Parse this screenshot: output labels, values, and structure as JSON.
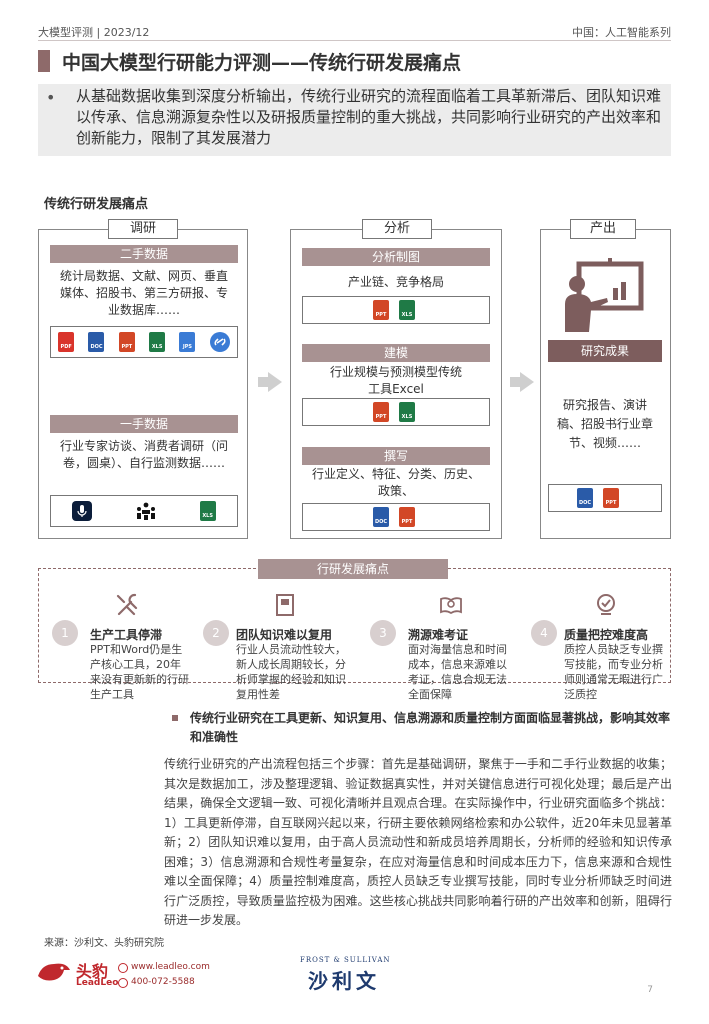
{
  "header": {
    "left": "大模型评测 | 2023/12",
    "right": "中国：人工智能系列"
  },
  "title": "中国大模型行研能力评测——传统行研发展痛点",
  "summary": "从基础数据收集到深度分析输出，传统行业研究的流程面临着工具革新滞后、团队知识难以传承、信息溯源复杂性以及研报质量控制的重大挑战，共同影响行业研究的产出效率和创新能力，限制了其发展潜力",
  "section_title": "传统行研发展痛点",
  "research": {
    "label": "调研",
    "second_hand": {
      "band": "二手数据",
      "text": "统计局数据、文献、网页、垂直媒体、招股书、第三方研报、专业数据库……",
      "icons": [
        "PDF",
        "DOC",
        "PPT",
        "XLS",
        "JPS"
      ]
    },
    "first_hand": {
      "band": "一手数据",
      "text": "行业专家访谈、消费者调研（问卷，圆桌）、自行监测数据……",
      "icons": [
        "XLS"
      ]
    }
  },
  "analysis": {
    "label": "分析",
    "charting": {
      "band": "分析制图",
      "text": "产业链、竞争格局",
      "icons": [
        "PPT",
        "XLS"
      ]
    },
    "modeling": {
      "band": "建模",
      "text": "行业规模与预测模型传统工具Excel",
      "icons": [
        "PPT",
        "XLS"
      ]
    },
    "writing": {
      "band": "撰写",
      "text": "行业定义、特征、分类、历史、政策、",
      "icons": [
        "DOC",
        "PPT"
      ]
    }
  },
  "output": {
    "label": "产出",
    "band": "研究成果",
    "text": "研究报告、演讲稿、招股书行业章节、视频……",
    "icons": [
      "DOC",
      "PPT"
    ]
  },
  "pain_points": {
    "label": "行研发展痛点",
    "items": [
      {
        "num": "1",
        "title": "生产工具停滞",
        "body": "PPT和Word仍是生产核心工具，20年来没有更新新的行研生产工具"
      },
      {
        "num": "2",
        "title": "团队知识难以复用",
        "body": "行业人员流动性较大，新人成长周期较长，分析师掌握的经验和知识复用性差"
      },
      {
        "num": "3",
        "title": "溯源难考证",
        "body": "面对海量信息和时间成本，信息来源难以考证，信息合规无法全面保障"
      },
      {
        "num": "4",
        "title": "质量把控难度高",
        "body": "质控人员缺乏专业撰写技能，而专业分析师则通常无暇进行广泛质控"
      }
    ]
  },
  "bottom": {
    "headline": "传统行业研究在工具更新、知识复用、信息溯源和质量控制方面面临显著挑战，影响其效率和准确性",
    "paragraph": "传统行业研究的产出流程包括三个步骤：首先是基础调研，聚焦于一手和二手行业数据的收集；其次是数据加工，涉及整理逻辑、验证数据真实性，并对关键信息进行可视化处理；最后是产出结果，确保全文逻辑一致、可视化清晰并且观点合理。在实际操作中，行业研究面临多个挑战：1）工具更新停滞，自互联网兴起以来，行研主要依赖网络检索和办公软件，近20年未见显著革新；2）团队知识难以复用，由于高人员流动性和新成员培养周期长，分析师的经验和知识传承困难；3）信息溯源和合规性考量复杂，在应对海量信息和时间成本压力下，信息来源和合规性难以全面保障；4）质量控制难度高，质控人员缺乏专业撰写技能，同时专业分析师缺乏时间进行广泛质控，导致质量监控极为困难。这些核心挑战共同影响着行研的产出效率和创新，阻碍行研进一步发展。"
  },
  "source": "来源：沙利文、头豹研究院",
  "footer": {
    "brand_cn": "头豹",
    "brand_en": "LeadLeo",
    "website": "www.leadleo.com",
    "phone": "400-072-5588",
    "partner_top": "FROST & SULLIVAN",
    "partner_cn": "沙利文",
    "page": "7"
  },
  "colors": {
    "accent": "#8e6a6a",
    "band": "#a89292",
    "band_dark": "#7d5d5d"
  }
}
